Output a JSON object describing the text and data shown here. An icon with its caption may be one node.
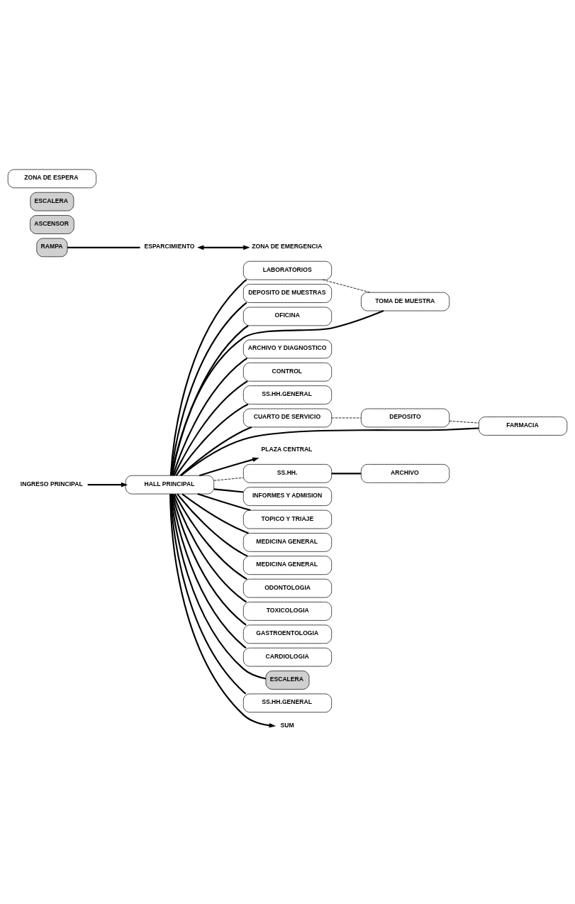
{
  "diagram": {
    "nodes": [
      {
        "text": [
          "LABORATORIOS"
        ]
      },
      {
        "text": [
          "DEPOSITO DE MUESTRAS"
        ]
      },
      {
        "text": [
          "RAMPA"
        ]
      },
      {
        "text": [
          "OFICINA"
        ]
      },
      {
        "text": [
          "TOMA DE MUESTRA"
        ]
      },
      {
        "text": [
          "ARCHIVO Y DIAGNOSTICO"
        ]
      },
      {
        "text": [
          "CONTROL"
        ]
      },
      {
        "text": [
          "ESPARCIMIENTO"
        ]
      },
      {
        "text": [
          "ZONA DE EMERGENCIA"
        ]
      },
      {
        "text": [
          "SS.HH.GENERAL"
        ]
      },
      {
        "text": [
          "ASCENSOR"
        ]
      },
      {
        "text": [
          "CUARTO DE SERVICIO"
        ]
      },
      {
        "text": [
          "DEPOSITO"
        ]
      },
      {
        "text": [
          "ESCALERA"
        ]
      },
      {
        "text": [
          "FARMACIA"
        ]
      },
      {
        "text": [
          "INGRESO PRINCIPAL"
        ]
      },
      {
        "text": [
          "HALL PRINCIPAL"
        ]
      },
      {
        "text": [
          "PLAZA CENTRAL"
        ]
      },
      {
        "text": [
          "SS.HH."
        ]
      },
      {
        "text": [
          "INFORMES Y ADMISION"
        ]
      },
      {
        "text": [
          "ARCHIVO"
        ]
      },
      {
        "text": [
          "ZONA DE ESPERA"
        ]
      },
      {
        "text": [
          "TOPICO Y TRIAJE"
        ]
      },
      {
        "text": [
          "MEDICINA GENERAL"
        ]
      },
      {
        "text": [
          "MEDICINA GENERAL"
        ]
      },
      {
        "text": [
          "ODONTOLOGIA"
        ]
      },
      {
        "text": [
          "TOXICOLOGIA"
        ]
      },
      {
        "text": [
          "GASTROENTOLOGIA"
        ]
      },
      {
        "text": [
          "CARDIOLOGIA"
        ]
      },
      {
        "text": [
          "ESCALERA"
        ]
      },
      {
        "text": [
          "SS.HH.GENERAL"
        ]
      },
      {
        "text": [
          "SUM"
        ]
      }
    ],
    "edges": [
      {
        "from": 16,
        "to": 0,
        "arrow": "none"
      },
      {
        "from": 16,
        "to": 1,
        "arrow": "none"
      },
      {
        "from": 16,
        "to": 3,
        "arrow": "none"
      },
      {
        "from": 16,
        "to": 4,
        "arrow": "none"
      },
      {
        "from": 16,
        "to": 5,
        "arrow": "none"
      },
      {
        "from": 16,
        "to": 6,
        "arrow": "none"
      },
      {
        "from": 0,
        "to": 4,
        "arrow": "none",
        "style": "dashed"
      },
      {
        "from": 7,
        "to": 8,
        "arrow": "both"
      },
      {
        "from": 2,
        "to": 7,
        "arrow": "none"
      },
      {
        "from": 16,
        "to": 9,
        "arrow": "none"
      },
      {
        "from": 16,
        "to": 11,
        "arrow": "none"
      },
      {
        "from": 11,
        "to": 12,
        "arrow": "none",
        "style": "dashed"
      },
      {
        "from": 16,
        "to": 14,
        "arrow": "none"
      },
      {
        "from": 12,
        "to": 14,
        "arrow": "none",
        "style": "dashed"
      },
      {
        "from": 15,
        "to": 16,
        "arrow": "to"
      },
      {
        "from": 16,
        "to": 17,
        "arrow": "to"
      },
      {
        "from": 16,
        "to": 18,
        "arrow": "none",
        "style": "dashed"
      },
      {
        "from": 18,
        "to": 20,
        "arrow": "none"
      },
      {
        "from": 16,
        "to": 19,
        "arrow": "none"
      },
      {
        "from": 16,
        "to": 22,
        "arrow": "none"
      },
      {
        "from": 16,
        "to": 23,
        "arrow": "none"
      },
      {
        "from": 16,
        "to": 24,
        "arrow": "none"
      },
      {
        "from": 16,
        "to": 25,
        "arrow": "none"
      },
      {
        "from": 16,
        "to": 26,
        "arrow": "none"
      },
      {
        "from": 16,
        "to": 27,
        "arrow": "none"
      },
      {
        "from": 16,
        "to": 28,
        "arrow": "none"
      },
      {
        "from": 16,
        "to": 29,
        "arrow": "none"
      },
      {
        "from": 16,
        "to": 30,
        "arrow": "none"
      },
      {
        "from": 16,
        "to": 31,
        "arrow": "to"
      }
    ]
  }
}
